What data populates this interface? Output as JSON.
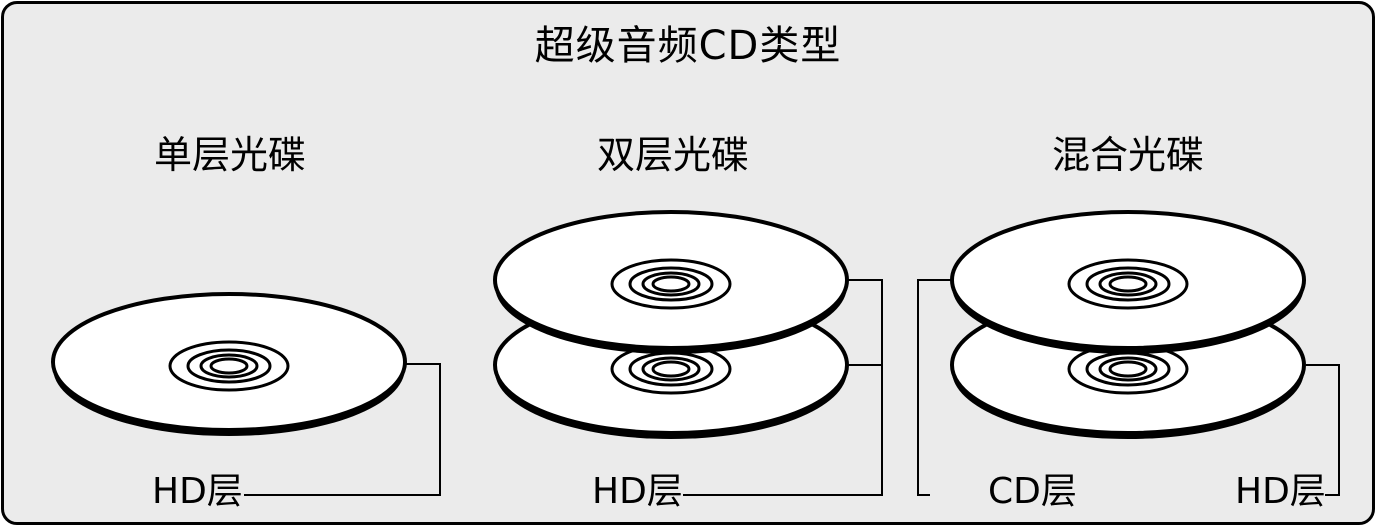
{
  "diagram": {
    "title": "超级音频CD类型",
    "background_color": "#ebebeb",
    "border_color": "#000000",
    "panels": [
      {
        "heading": "单层光碟",
        "discs": 1,
        "labels": [
          {
            "text": "HD层",
            "connects_to": [
              "disc-1"
            ]
          }
        ]
      },
      {
        "heading": "双层光碟",
        "discs": 2,
        "labels": [
          {
            "text": "HD层",
            "connects_to": [
              "disc-top",
              "disc-bottom"
            ]
          }
        ]
      },
      {
        "heading": "混合光碟",
        "discs": 2,
        "labels": [
          {
            "text": "CD层",
            "connects_to": [
              "disc-top"
            ]
          },
          {
            "text": "HD层",
            "connects_to": [
              "disc-bottom"
            ]
          }
        ]
      }
    ]
  }
}
